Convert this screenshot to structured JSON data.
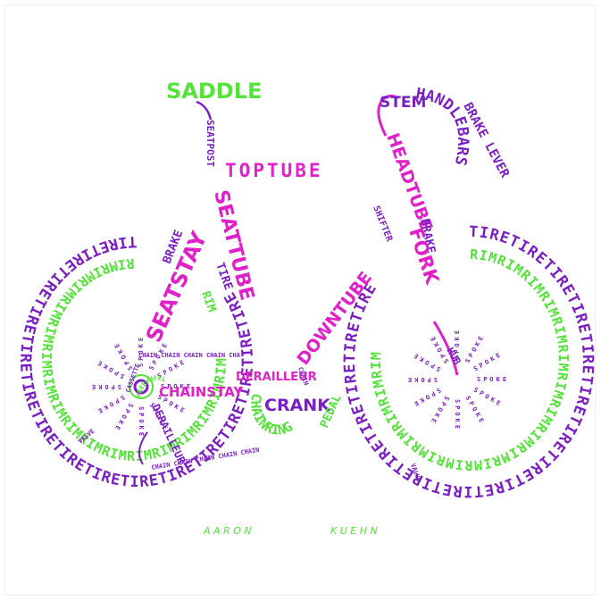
{
  "colors": {
    "green": "#55e23a",
    "purple": "#7a1fc4",
    "magenta": "#e020c8"
  },
  "labels": {
    "saddle": "SADDLE",
    "seatpost": "SEATPOST",
    "toptube": "TOPTUBE",
    "stem": "STEM",
    "handlebars": "HANDLEBARS",
    "brake_lever": "BRAKE LEVER",
    "headtube": "HEADTUBE",
    "shifter": "SHIFTER",
    "brake_front": "BRAKE",
    "fork": "FORK",
    "seatstay": "SEATSTAY",
    "seattube": "SEATTUBE",
    "brake_rear": "BRAKE",
    "tire_inner": "TIRE",
    "rim_inner": "RIM",
    "downtube": "DOWNTUBE",
    "derailleur_front": "DERAILLEUR",
    "chainstay": "CHAINSTAY",
    "chainring": "CHAINRING",
    "crank": "CRANK",
    "pedal": "PEDAL",
    "freewheel": "FREEWHEEL",
    "cassette": "CASSETTE",
    "derailleur_rear": "DERAILLEUR",
    "chain_top": "CHAIN CHAIN CHAIN CHAIN CHAIN",
    "chain_bottom": "CHAIN CHAIN CHAIN CHAIN CHAIN",
    "chain_small": "CHAIN",
    "hub": "HUB",
    "valve_rear": "VALVE",
    "valve_front": "VALVE",
    "spoke": "SPOKE",
    "tire_ring": "TIRETIRETIRETIRETIRETIRETIRETIRETIRETIRETIRETIRETIRETIRETIRETIRE",
    "rim_ring": "RIMRIMRIMRIMRIMRIMRIMRIMRIMRIMRIMRIMRIMRIMRIMRIMRIM",
    "artist_first": "A A R O N",
    "artist_last": "K U E H N"
  }
}
